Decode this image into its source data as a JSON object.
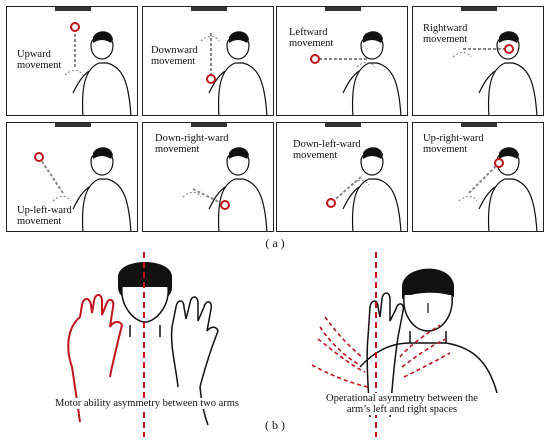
{
  "panel_labels": [
    "Upward\nmovement",
    "Downward\nmovement",
    "Leftward\nmovement",
    "Rightward\nmovement",
    "Up-left-ward\nmovement",
    "Down-right-ward\nmovement",
    "Down-left-ward\nmovement",
    "Up-right-ward\nmovement"
  ],
  "caption_a": "( a )",
  "caption_b": "( b )",
  "left_figure_caption": "Motor ability asymmetry between two arms",
  "right_figure_caption": "Operational asymmetry between the\narm’s left and right spaces",
  "colors": {
    "accent": "#c0151b",
    "line": "#111111",
    "arrow": "#888888"
  }
}
